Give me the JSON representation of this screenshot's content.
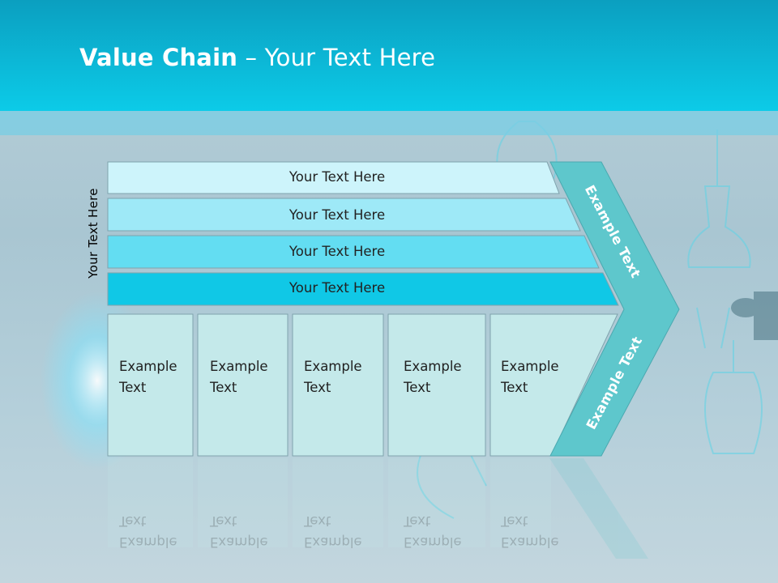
{
  "title": {
    "bold": "Value Chain",
    "rest": " – Your Text Here"
  },
  "side_label": "Your Text Here",
  "rows": [
    {
      "label": "Your Text Here",
      "color": "#cdf4fb"
    },
    {
      "label": "Your Text Here",
      "color": "#9ee9f7"
    },
    {
      "label": "Your Text Here",
      "color": "#63ddf2"
    },
    {
      "label": "Your Text Here",
      "color": "#10c8e6"
    }
  ],
  "columns": [
    {
      "line1": "Example",
      "line2": "Text"
    },
    {
      "line1": "Example",
      "line2": "Text"
    },
    {
      "line1": "Example",
      "line2": "Text"
    },
    {
      "line1": "Example",
      "line2": "Text"
    },
    {
      "line1": "Example",
      "line2": "Text"
    }
  ],
  "arrow": {
    "upper": "Example Text",
    "lower": "Example Text",
    "color": "#5ec7cc"
  },
  "colors": {
    "header": "#0cc7e6",
    "column_fill": "#c4e9ea",
    "column_stroke": "#7fa3ad"
  }
}
